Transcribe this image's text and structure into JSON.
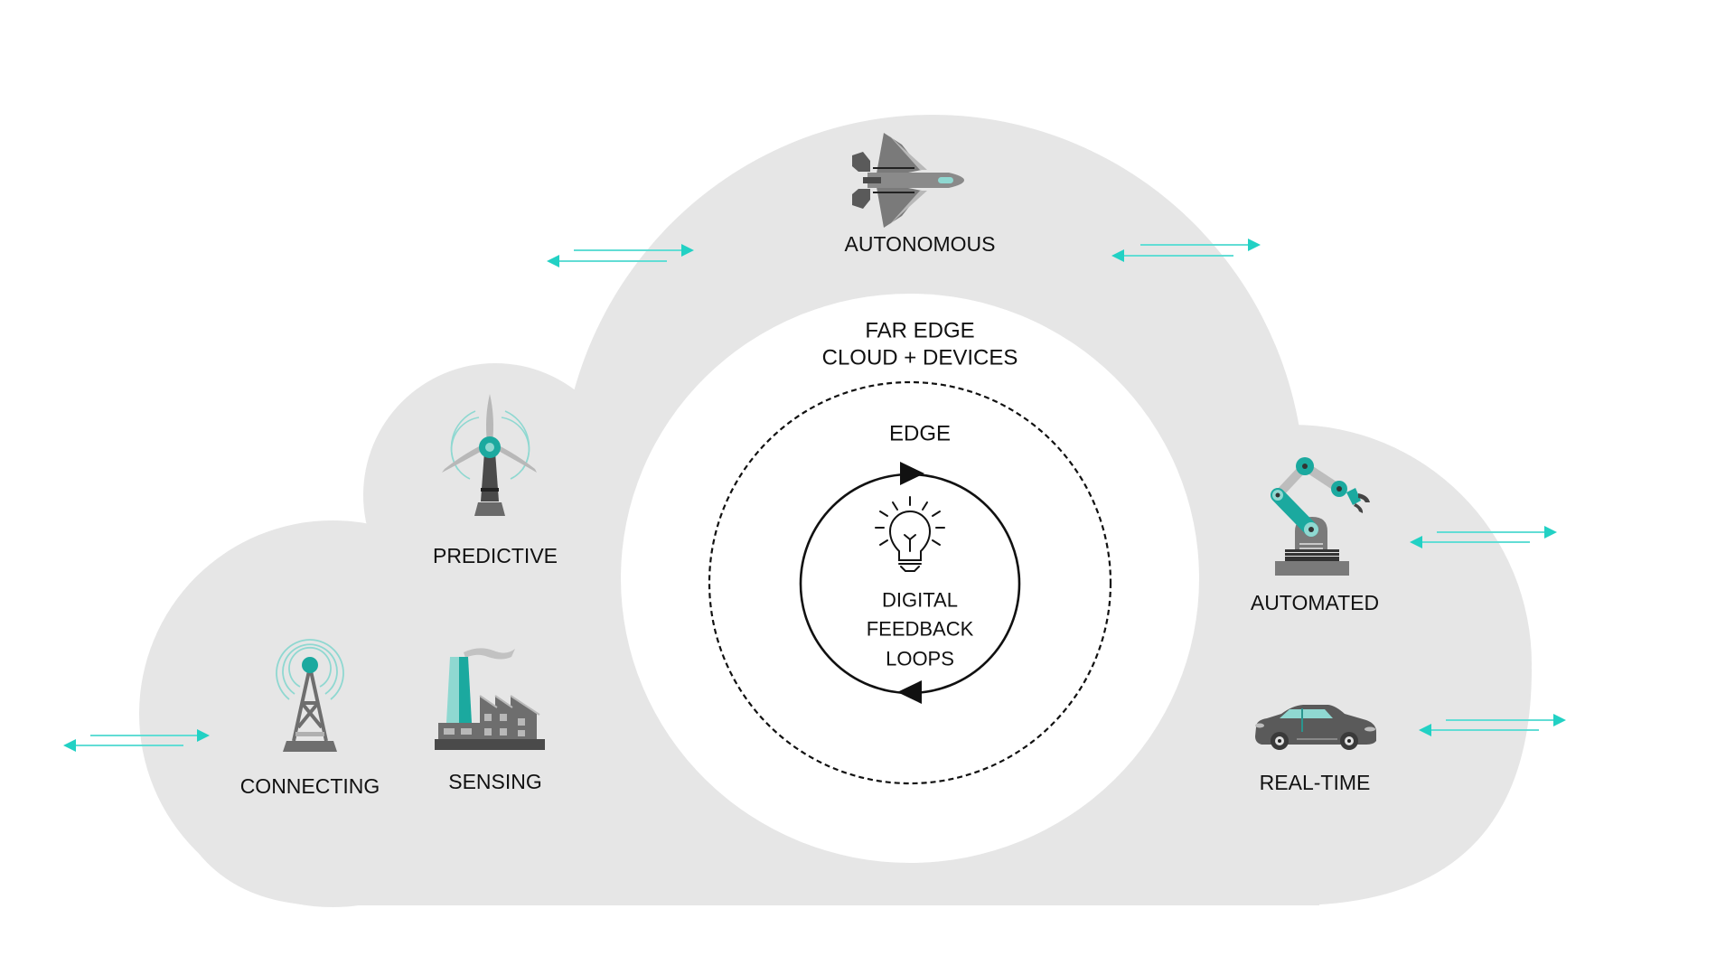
{
  "diagram": {
    "title": "Edge computing feedback loop diagram",
    "colors": {
      "cloud": "#e6e6e6",
      "core": "#ffffff",
      "arrow": "#22d1c4",
      "arrow_line": "#62ddd5",
      "icon_teal": "#1ba99f",
      "icon_teal_light": "#8fd8d1",
      "icon_gray": "#6e6e6e",
      "icon_dark": "#4a4a4a",
      "text": "#111111"
    },
    "zones": {
      "outer": {
        "label_line1": "FAR EDGE",
        "label_line2": "CLOUD + DEVICES"
      },
      "middle": {
        "label": "EDGE",
        "border": "dashed"
      },
      "inner": {
        "label_line1": "DIGITAL",
        "label_line2": "FEEDBACK",
        "label_line3": "LOOPS",
        "icon": "lightbulb-icon"
      }
    },
    "nodes": [
      {
        "id": "autonomous",
        "label": "AUTONOMOUS",
        "icon": "fighter-jet-icon"
      },
      {
        "id": "predictive",
        "label": "PREDICTIVE",
        "icon": "wind-turbine-icon"
      },
      {
        "id": "connecting",
        "label": "CONNECTING",
        "icon": "radio-tower-icon"
      },
      {
        "id": "sensing",
        "label": "SENSING",
        "icon": "factory-icon"
      },
      {
        "id": "automated",
        "label": "AUTOMATED",
        "icon": "robot-arm-icon"
      },
      {
        "id": "real-time",
        "label": "REAL-TIME",
        "icon": "car-icon"
      }
    ],
    "data_flows": [
      {
        "id": "flow-top-left",
        "direction": "bidirectional"
      },
      {
        "id": "flow-top-right",
        "direction": "bidirectional"
      },
      {
        "id": "flow-left",
        "direction": "bidirectional"
      },
      {
        "id": "flow-right-upper",
        "direction": "bidirectional"
      },
      {
        "id": "flow-right-lower",
        "direction": "bidirectional"
      }
    ]
  }
}
